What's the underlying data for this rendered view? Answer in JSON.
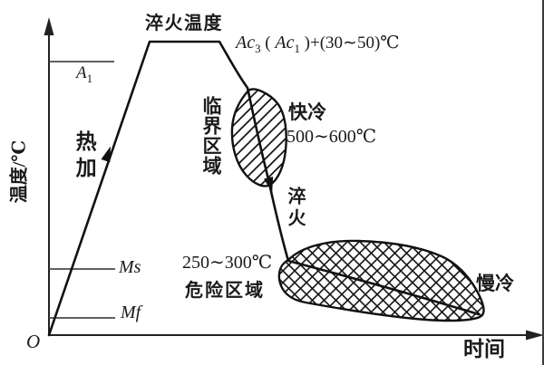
{
  "colors": {
    "ink": "#1a1a1a",
    "curve": "#111111",
    "thin_line": "#4a4a4a",
    "background": "#ffffff",
    "border": "#3c3c3c"
  },
  "axes": {
    "y_label": "温度/℃",
    "x_label": "时间",
    "origin_label": "O"
  },
  "ticks": {
    "a1_base": "A",
    "a1_sub": "1",
    "ms": "Ms",
    "mf": "Mf"
  },
  "top": {
    "quench_temp_label": "淬火温度"
  },
  "formula": {
    "ac": "Ac",
    "sub3": "3",
    "open": " ( ",
    "ac2": "Ac",
    "sub1": "1",
    "close": " )",
    "tail": "+(30∼50)℃"
  },
  "annotations": {
    "heating": "热加",
    "critical_region": "临界区域",
    "fast_cool": "快冷",
    "fast_cool_range": "500∼600℃",
    "quench": "淬火",
    "danger_range": "250∼300℃",
    "danger_region": "危险区域",
    "slow_cool": "慢冷"
  }
}
